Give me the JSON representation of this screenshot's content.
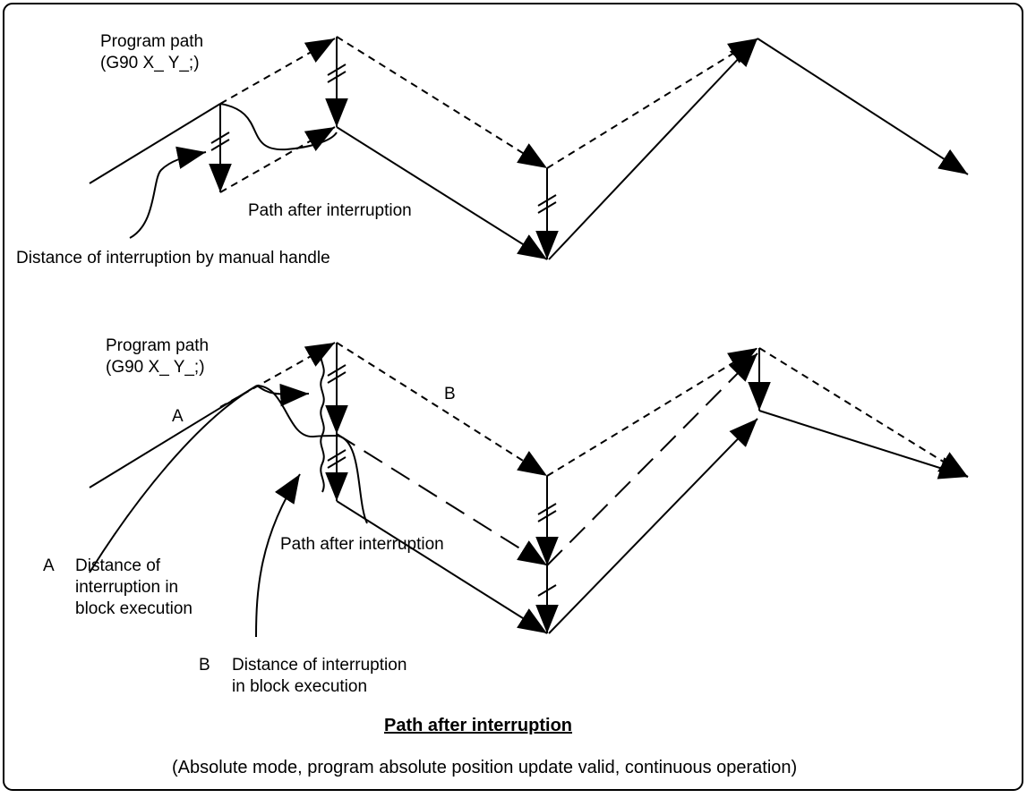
{
  "top_diagram": {
    "program_path_label": "Program path",
    "program_path_cmd": "(G90 X_ Y_;)",
    "path_after_label": "Path after interruption",
    "handle_distance_label": "Distance of interruption by manual handle"
  },
  "bottom_diagram": {
    "program_path_label": "Program path",
    "program_path_cmd": "(G90 X_ Y_;)",
    "marker_a": "A",
    "marker_b": "B",
    "path_after_label": "Path after interruption",
    "note_a_letter": "A",
    "note_a_lines": [
      "Distance of",
      "interruption in",
      "block execution"
    ],
    "note_b_letter": "B",
    "note_b_lines": [
      "Distance of interruption",
      "in block execution"
    ]
  },
  "caption": {
    "title": "Path after interruption",
    "subtitle": "(Absolute mode, program absolute position update valid, continuous operation)"
  }
}
